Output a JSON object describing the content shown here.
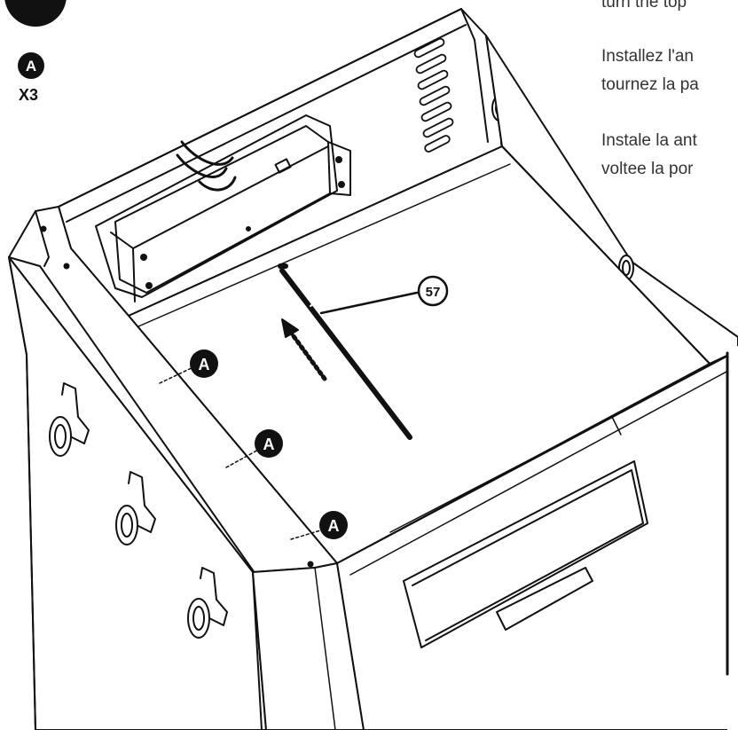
{
  "step_number": "",
  "part_key": {
    "letter": "A",
    "quantity": "X3"
  },
  "instructions": [
    "turn the top",
    "Installez l'an",
    "tournez la pa",
    "Instale la ant",
    "voltee la por"
  ],
  "callouts": {
    "part_number": "57",
    "screw_letter": "A"
  }
}
